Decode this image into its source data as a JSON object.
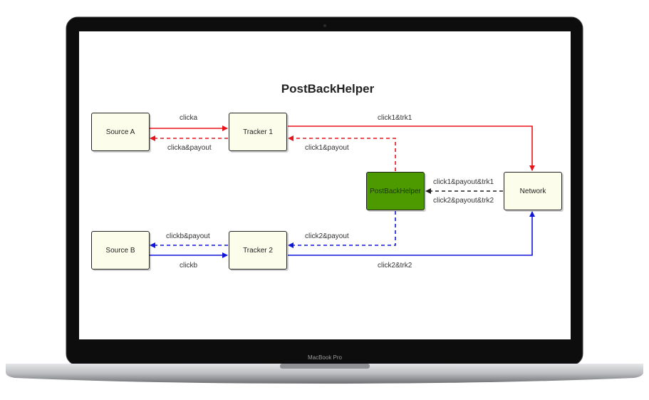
{
  "device": {
    "brand_label": "MacBook Pro"
  },
  "diagram": {
    "title": "PostBackHelper",
    "nodes": {
      "source_a": "Source A",
      "tracker_1": "Tracker 1",
      "postbackhelper": "PostBackHelper",
      "network": "Network",
      "source_b": "Source B",
      "tracker_2": "Tracker 2"
    },
    "edges": {
      "clicka": "clicka",
      "clicka_payout": "clicka&payout",
      "click1_trk1": "click1&trk1",
      "click1_payout": "click1&payout",
      "click1_payout_trk1": "click1&payout&trk1",
      "click2_payout_trk2": "click2&payout&trk2",
      "clickb_payout": "clickb&payout",
      "click2_payout": "click2&payout",
      "clickb": "clickb",
      "click2_trk2": "click2&trk2"
    },
    "colors": {
      "red_flow": "#e8141c",
      "blue_flow": "#1016d8",
      "network_return": "#222222",
      "postbackhelper_fill": "#4c9900",
      "node_fill": "#fdfdec"
    }
  }
}
